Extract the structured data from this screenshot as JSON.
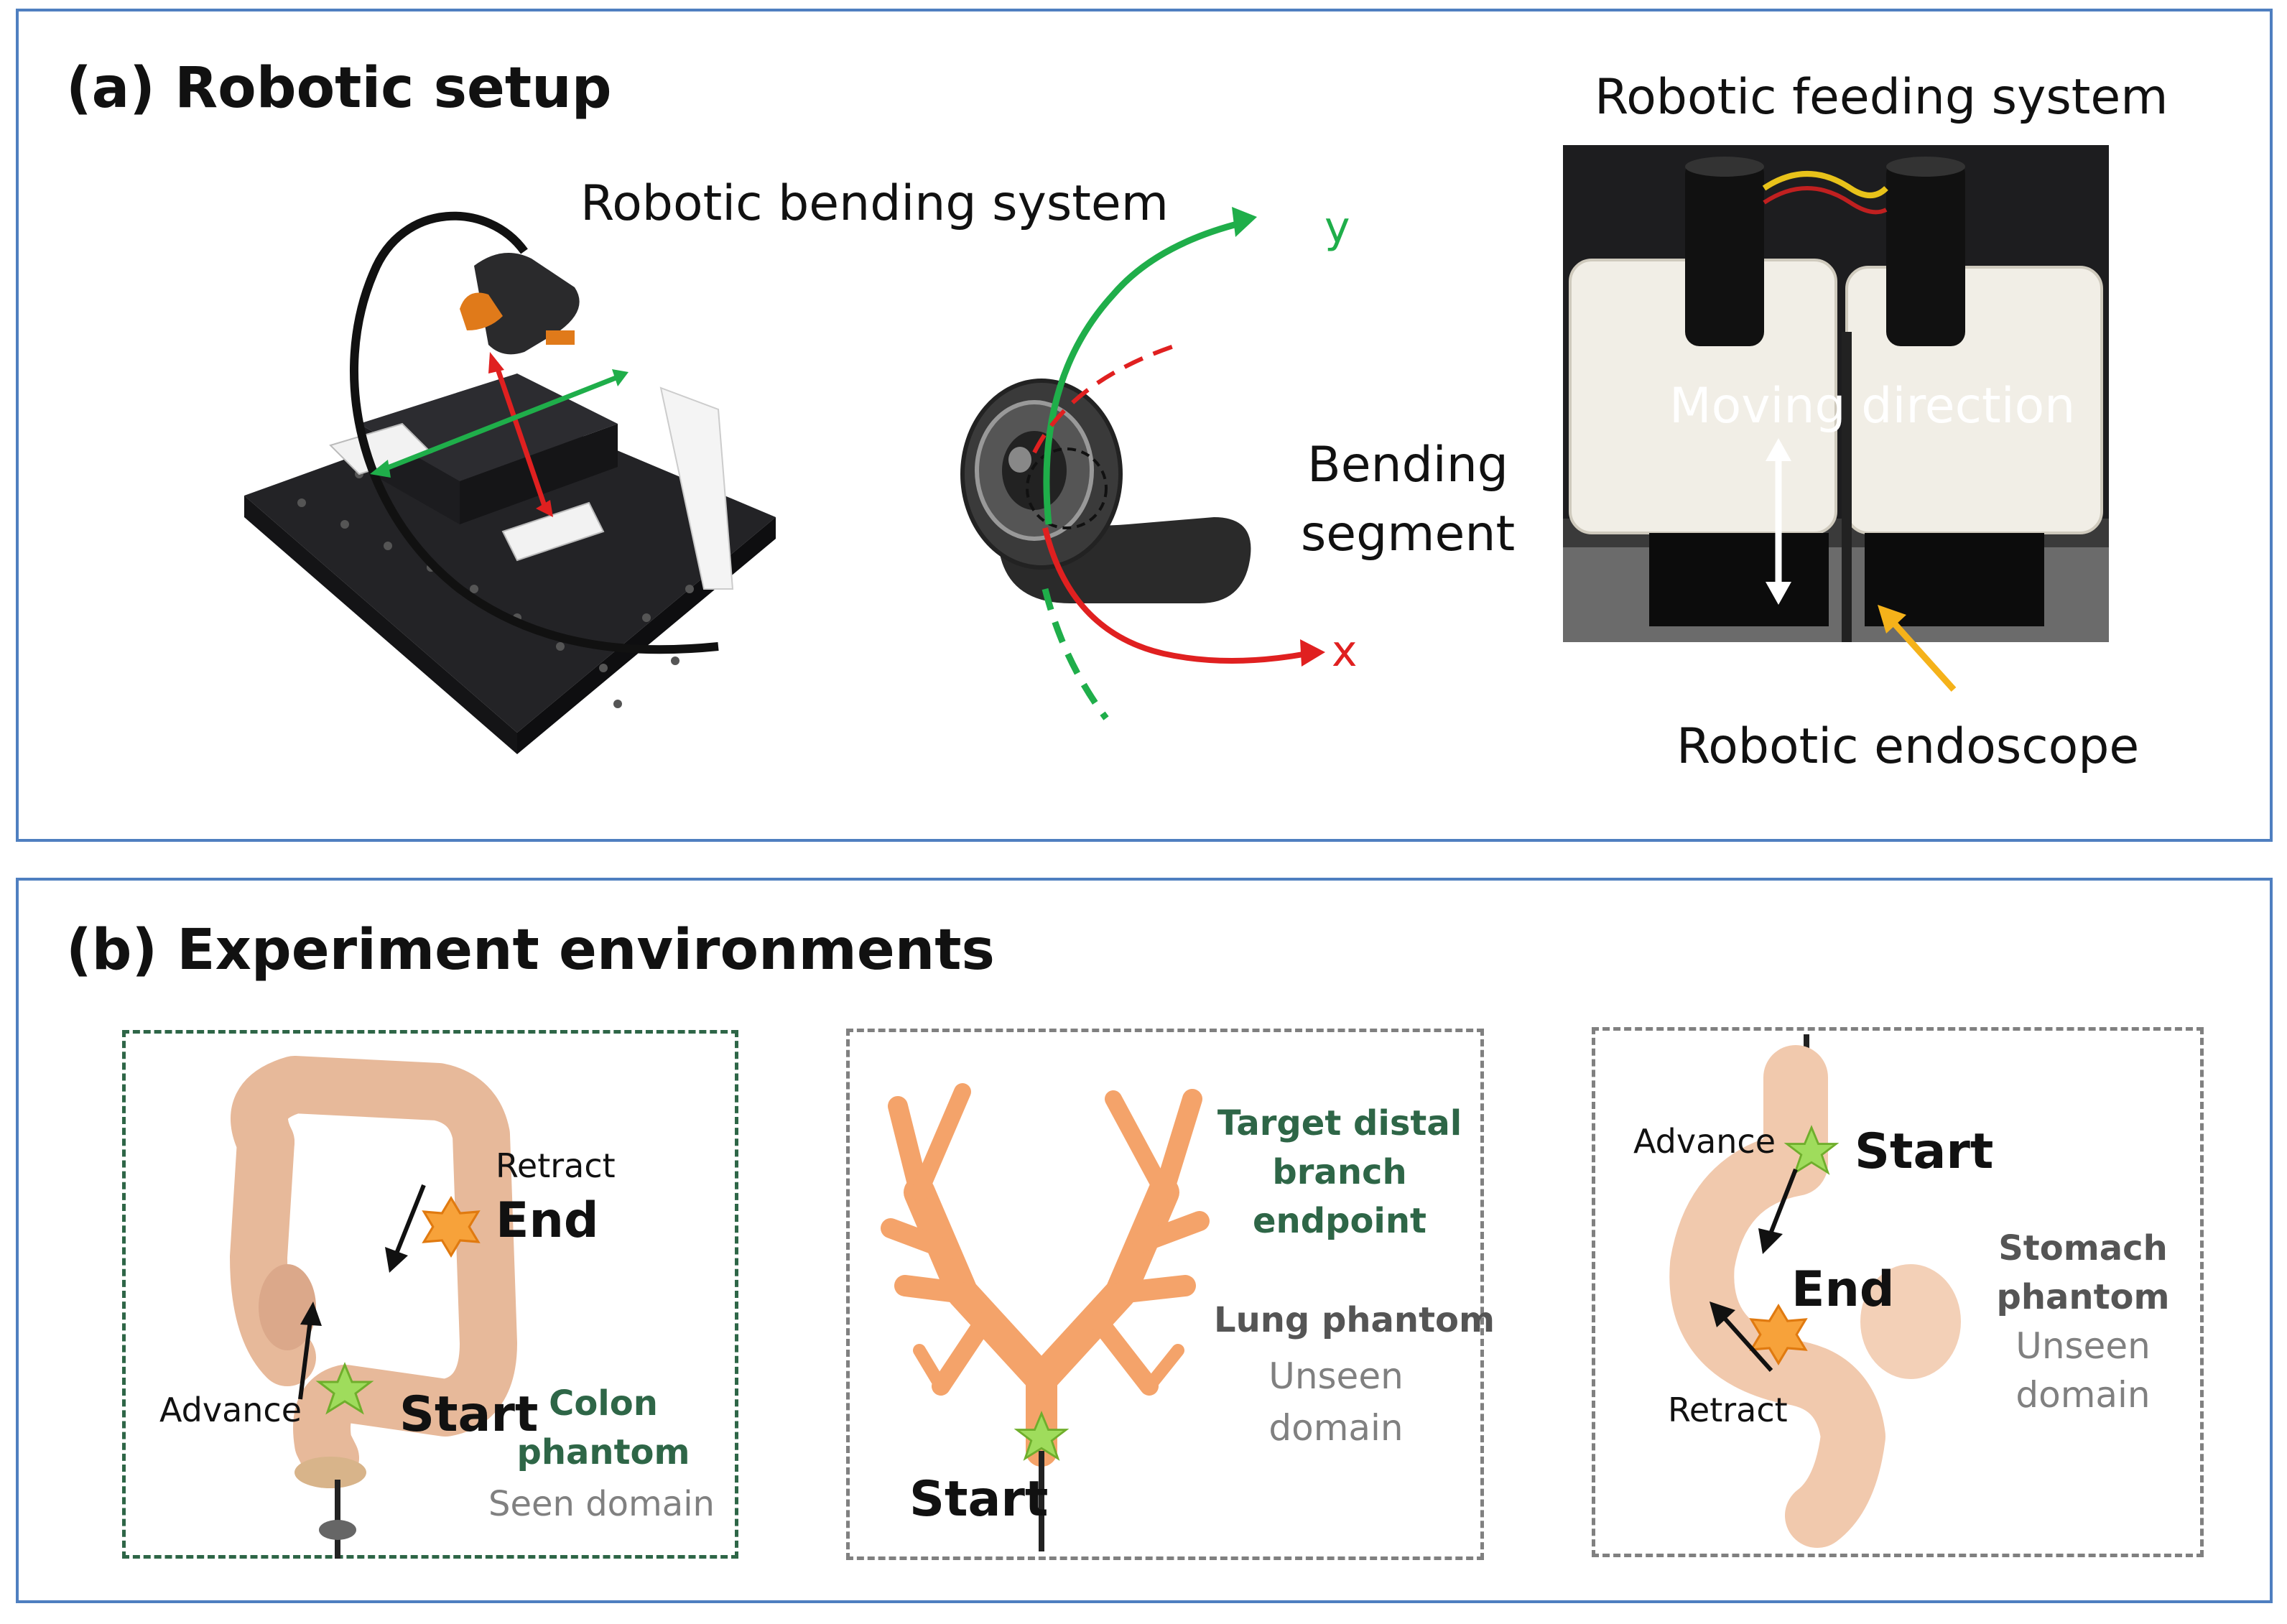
{
  "panel_a": {
    "title": "(a) Robotic setup",
    "bending_system_label": "Robotic bending system",
    "bending_segment_label_line1": "Bending",
    "bending_segment_label_line2": "segment",
    "axis_y_label": "y",
    "axis_x_label": "x",
    "feeding_system_label": "Robotic feeding system",
    "moving_direction_label": "Moving direction",
    "endoscope_label": "Robotic endoscope"
  },
  "panel_b": {
    "title": "(b) Experiment environments",
    "colon": {
      "retract": "Retract",
      "end": "End",
      "advance": "Advance",
      "start": "Start",
      "name_line1": "Colon",
      "name_line2": "phantom",
      "domain": "Seen domain"
    },
    "lung": {
      "target_line1": "Target distal",
      "target_line2": "branch",
      "target_line3": "endpoint",
      "name": "Lung phantom",
      "domain_line1": "Unseen",
      "domain_line2": "domain",
      "start": "Start"
    },
    "stomach": {
      "advance": "Advance",
      "start": "Start",
      "end": "End",
      "retract": "Retract",
      "name_line1": "Stomach",
      "name_line2": "phantom",
      "domain_line1": "Unseen",
      "domain_line2": "domain"
    }
  },
  "colors": {
    "panel_border": "#4f7fc0",
    "green_label": "#2e6647",
    "gray_label": "#808080",
    "axis_green": "#1fae4a",
    "axis_red": "#e02020",
    "arrow_orange": "#f5b21a"
  }
}
